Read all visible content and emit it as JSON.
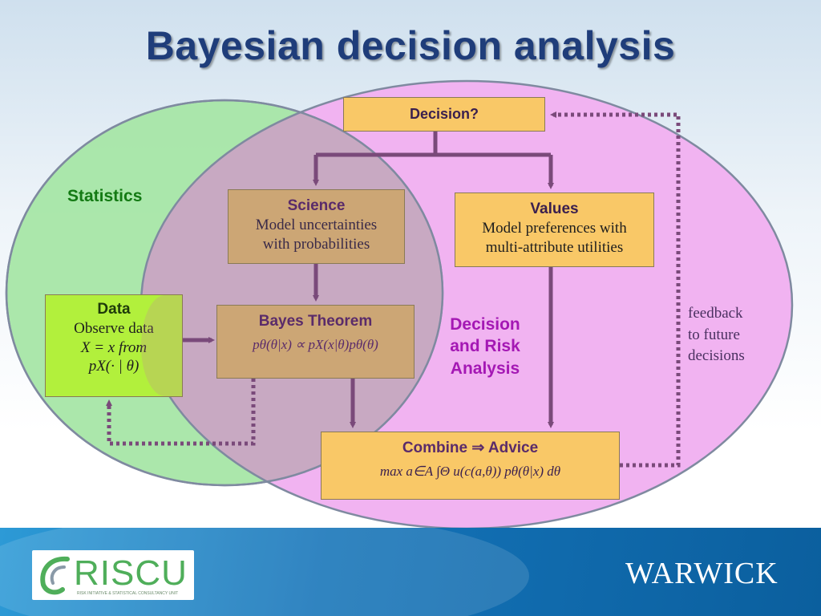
{
  "title": "Bayesian decision analysis",
  "regions": {
    "statistics": "Statistics",
    "decision_risk": [
      "Decision",
      "and Risk",
      "Analysis"
    ]
  },
  "boxes": {
    "decision": {
      "head": "Decision?"
    },
    "science": {
      "head": "Science",
      "lines": [
        "Model uncertainties",
        "with probabilities"
      ]
    },
    "values": {
      "head": "Values",
      "lines": [
        "Model preferences with",
        "multi-attribute utilities"
      ]
    },
    "data": {
      "head": "Data",
      "lines": [
        "Observe data",
        "X = x from",
        "pX(· | θ)"
      ]
    },
    "bayes": {
      "head": "Bayes Theorem",
      "formula": "pθ(θ|x) ∝ pX(x|θ)pθ(θ)"
    },
    "combine": {
      "head": "Combine ⇒ Advice",
      "formula": "max a∈A ∫Θ u(c(a,θ)) pθ(θ|x) dθ"
    }
  },
  "feedback": [
    "feedback",
    "to future",
    "decisions"
  ],
  "logos": {
    "riscu": "RISCU",
    "riscu_tagline": "RISK INITIATIVE & STATISTICAL CONSULTANCY UNIT",
    "warwick": "WARWICK"
  },
  "colors": {
    "title": "#1f3d7a",
    "statistics_circle": "#a6e6a6",
    "dra_circle": "#f1b3f1",
    "arrow": "#7a4a7a",
    "statistics_text": "#137a13",
    "dra_text": "#a418b4"
  }
}
